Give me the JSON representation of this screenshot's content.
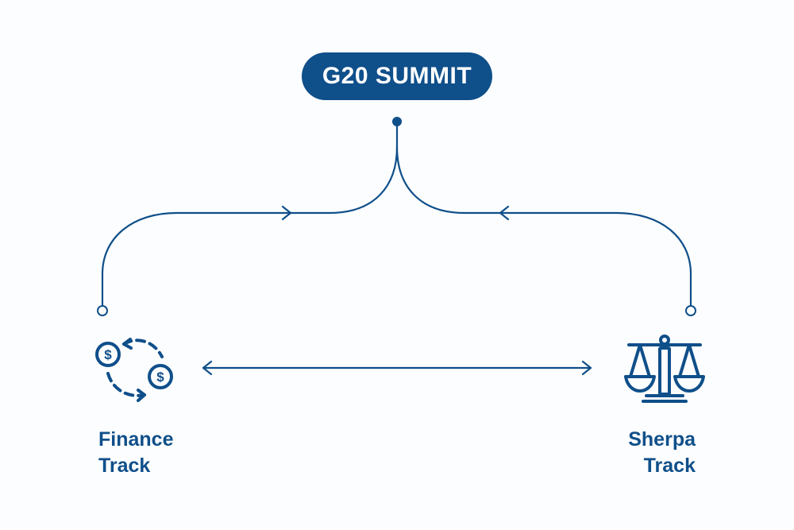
{
  "colors": {
    "primary": "#0f4f8a",
    "background": "#fcfdfe"
  },
  "summit": {
    "title": "G20 SUMMIT"
  },
  "tracks": {
    "finance": {
      "line1": "Finance",
      "line2": "Track",
      "icon": "currency-exchange-icon"
    },
    "sherpa": {
      "line1": "Sherpa",
      "line2": "Track",
      "icon": "balance-scale-icon"
    }
  }
}
